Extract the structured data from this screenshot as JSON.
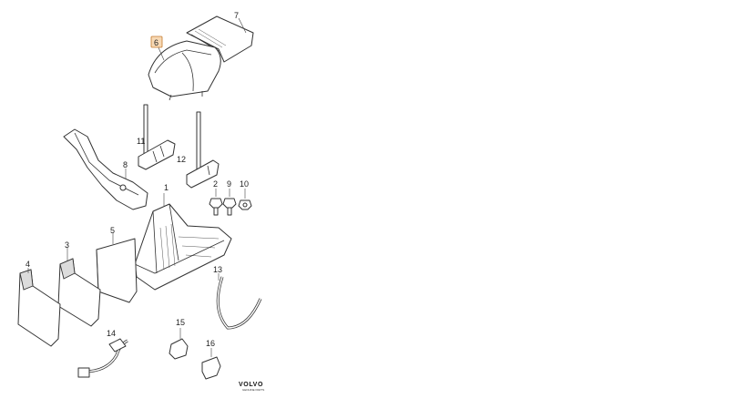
{
  "diagram": {
    "callouts": [
      {
        "id": "c1",
        "text": "1",
        "highlighted": false
      },
      {
        "id": "c2",
        "text": "2",
        "highlighted": false
      },
      {
        "id": "c3",
        "text": "3",
        "highlighted": false
      },
      {
        "id": "c4",
        "text": "4",
        "highlighted": false
      },
      {
        "id": "c5",
        "text": "5",
        "highlighted": false
      },
      {
        "id": "c6",
        "text": "6",
        "highlighted": true
      },
      {
        "id": "c7",
        "text": "7",
        "highlighted": false
      },
      {
        "id": "c8",
        "text": "8",
        "highlighted": false
      },
      {
        "id": "c9",
        "text": "9",
        "highlighted": false
      },
      {
        "id": "c10",
        "text": "10",
        "highlighted": false
      },
      {
        "id": "c11",
        "text": "11",
        "highlighted": false
      },
      {
        "id": "c12",
        "text": "12",
        "highlighted": false
      },
      {
        "id": "c13",
        "text": "13",
        "highlighted": false
      },
      {
        "id": "c14",
        "text": "14",
        "highlighted": false
      },
      {
        "id": "c15",
        "text": "15",
        "highlighted": false
      },
      {
        "id": "c16",
        "text": "16",
        "highlighted": false
      }
    ],
    "highlight_color": "#f7d9b5"
  },
  "branding": {
    "logo_text": "VOLVO",
    "logo_subtext": "GENUINE PARTS"
  }
}
